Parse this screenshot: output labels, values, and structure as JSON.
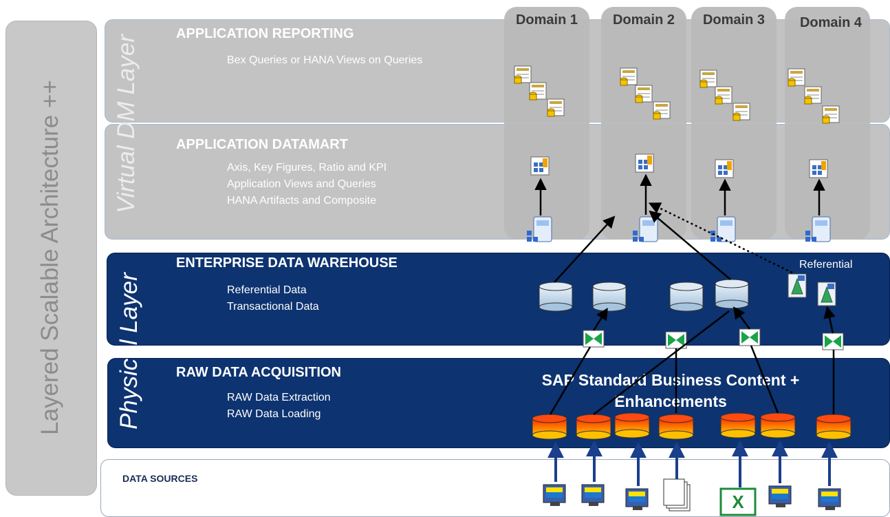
{
  "side_title": "Layered Scalable Architecture ++",
  "bands": {
    "virtual": "Virtual DM Layer",
    "physical": "Physical Layer"
  },
  "layers": {
    "reporting": {
      "title": "APPLICATION REPORTING",
      "lines": [
        "Bex Queries or HANA Views on Queries"
      ]
    },
    "datamart": {
      "title": "APPLICATION DATAMART",
      "lines": [
        "Axis, Key Figures, Ratio and KPI",
        "Application Views  and Queries",
        "HANA Artifacts and Composite"
      ]
    },
    "edw": {
      "title": "ENTERPRISE DATA WAREHOUSE",
      "lines": [
        "Referential Data",
        "Transactional Data"
      ]
    },
    "raw": {
      "title": "RAW DATA ACQUISITION",
      "lines": [
        "RAW  Data Extraction",
        "RAW  Data Loading"
      ]
    },
    "sources": {
      "title": "DATA SOURCES"
    }
  },
  "domains": [
    "Domain 1",
    "Domain 2",
    "Domain 3",
    "Domain 4"
  ],
  "sap_content": "SAP Standard Business Content + Enhancements",
  "referential_label": "Referential",
  "colors": {
    "grey_layer": "#c3c3c3",
    "blue_layer": "#0d3370",
    "domain_column": "#b9b9b9",
    "raw_cylinder_top": "#ff2b00",
    "raw_cylinder_bottom": "#ffcc00",
    "edw_cylinder": "#c8dcec",
    "arrow_source": "#1a3f8c"
  },
  "icons": {
    "report_query": "query-stack-icon",
    "composite": "composite-provider-icon",
    "calc_view": "calculation-view-icon",
    "transformation": "transformation-icon",
    "info_object": "info-object-icon",
    "source_system": "source-system-icon",
    "flat_file": "flat-file-icon",
    "excel": "excel-icon"
  }
}
